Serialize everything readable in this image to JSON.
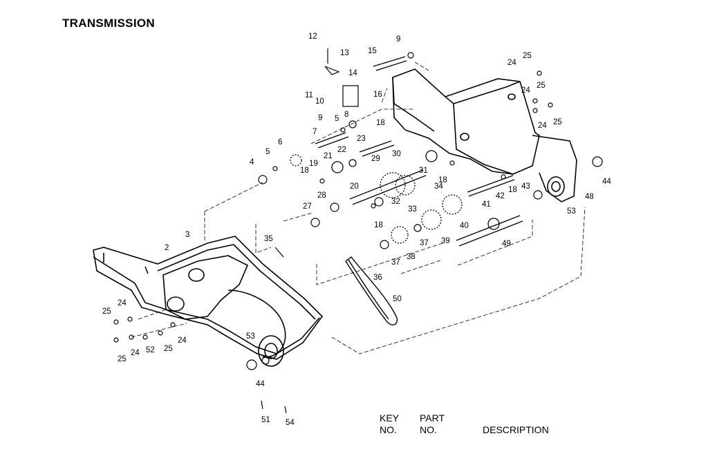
{
  "page": {
    "title": "TRANSMISSION"
  },
  "diagram": {
    "callouts": [
      "12",
      "13",
      "9",
      "15",
      "14",
      "11",
      "10",
      "16",
      "9",
      "8",
      "5",
      "7",
      "6",
      "5",
      "4",
      "18",
      "23",
      "21",
      "22",
      "19",
      "20",
      "18",
      "29",
      "30",
      "31",
      "18",
      "34",
      "27",
      "28",
      "32",
      "18",
      "33",
      "40",
      "42",
      "41",
      "18",
      "43",
      "35",
      "3",
      "2",
      "37",
      "38",
      "39",
      "49",
      "36",
      "37",
      "50",
      "24",
      "25",
      "24",
      "25",
      "24",
      "25",
      "25",
      "24",
      "25",
      "24",
      "52",
      "25",
      "24",
      "53",
      "44",
      "51",
      "54",
      "44",
      "48",
      "53"
    ]
  },
  "parts_header": {
    "key": "KEY",
    "part": "PART",
    "no_key": "NO.",
    "no_part": "NO.",
    "description": "DESCRIPTION"
  }
}
